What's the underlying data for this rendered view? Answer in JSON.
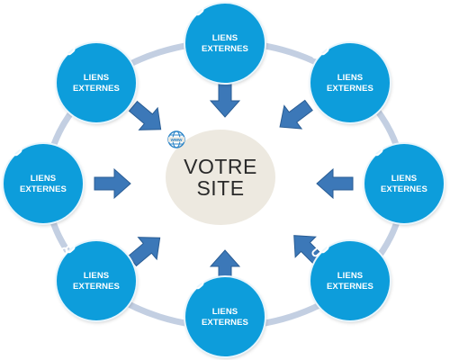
{
  "center": {
    "line1": "VOTRE",
    "line2": "SITE",
    "icon": "globe-icon",
    "icon_text": "www"
  },
  "nodes": [
    {
      "line1": "LIENS",
      "line2": "EXTERNES",
      "icon": "chain-link-icon"
    },
    {
      "line1": "LIENS",
      "line2": "EXTERNES",
      "icon": "chain-link-icon"
    },
    {
      "line1": "LIENS",
      "line2": "EXTERNES",
      "icon": "chain-link-icon"
    },
    {
      "line1": "LIENS",
      "line2": "EXTERNES",
      "icon": "chain-link-icon"
    },
    {
      "line1": "LIENS",
      "line2": "EXTERNES",
      "icon": "chain-link-icon"
    },
    {
      "line1": "LIENS",
      "line2": "EXTERNES",
      "icon": "chain-link-icon"
    },
    {
      "line1": "LIENS",
      "line2": "EXTERNES",
      "icon": "chain-link-icon"
    },
    {
      "line1": "LIENS",
      "line2": "EXTERNES",
      "icon": "chain-link-icon"
    }
  ],
  "colors": {
    "node_fill": "#0d9ddb",
    "node_text": "#ffffff",
    "center_fill": "#ede9e0",
    "center_text": "#2a2a2a",
    "arrow_fill": "#3c78b8",
    "arrow_stroke": "#2a5d94",
    "ring": "#c3cfe2"
  }
}
